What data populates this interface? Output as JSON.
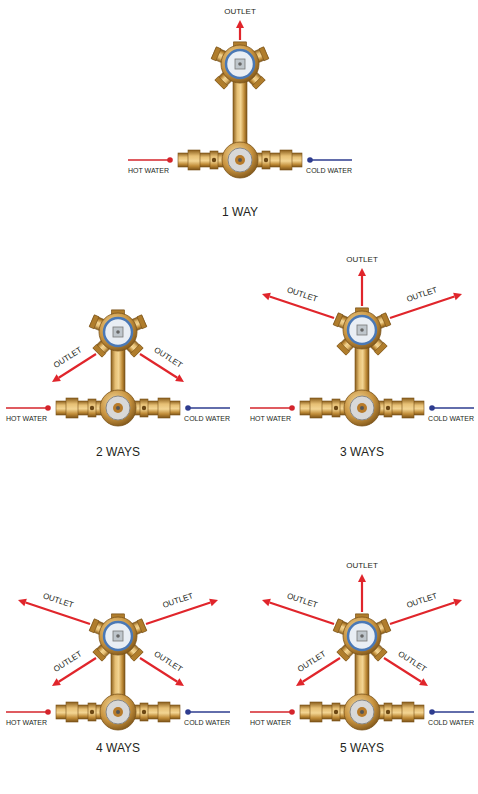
{
  "diagram": {
    "labels": [
      "OUTLET",
      "HOT WATER",
      "COLD WATER",
      "1 WAY",
      "OUTLET",
      "OUTLET",
      "HOT WATER",
      "COLD WATER",
      "2 WAYS",
      "OUTLET",
      "OUTLET",
      "OUTLET",
      "HOT WATER",
      "COLD WATER",
      "3 WAYS",
      "OUTLET",
      "OUTLET",
      "OUTLET",
      "OUTLET",
      "HOT WATER",
      "COLD WATER",
      "4 WAYS",
      "OUTLET",
      "OUTLET",
      "OUTLET",
      "OUTLET",
      "OUTLET",
      "HOT WATER",
      "COLD WATER",
      "5 WAYS"
    ]
  }
}
